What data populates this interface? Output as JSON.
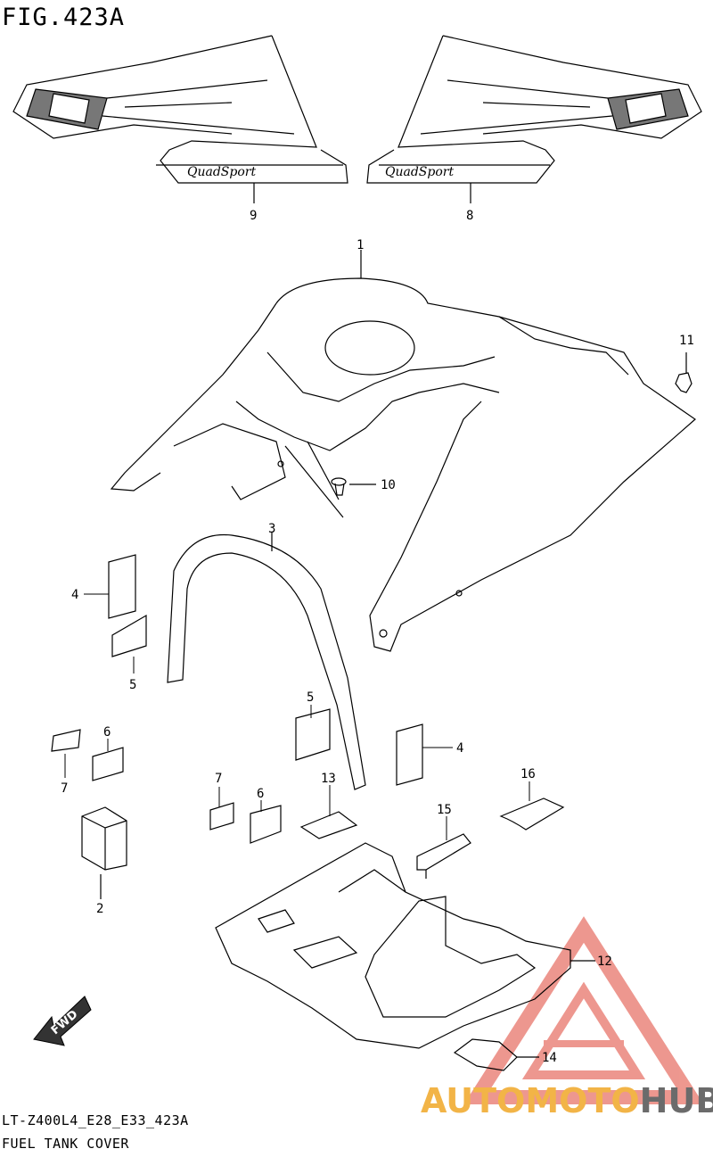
{
  "header": {
    "figure_title": "FIG.423A"
  },
  "footer": {
    "model_code": "LT-Z400L4_E28_E33_423A",
    "section_name": "FUEL TANK COVER"
  },
  "decal": {
    "brand_text": "QuadSport"
  },
  "callouts": [
    {
      "id": "c1",
      "label": "1"
    },
    {
      "id": "c2",
      "label": "2"
    },
    {
      "id": "c3",
      "label": "3"
    },
    {
      "id": "c4a",
      "label": "4"
    },
    {
      "id": "c4b",
      "label": "4"
    },
    {
      "id": "c5a",
      "label": "5"
    },
    {
      "id": "c5b",
      "label": "5"
    },
    {
      "id": "c6a",
      "label": "6"
    },
    {
      "id": "c6b",
      "label": "6"
    },
    {
      "id": "c7a",
      "label": "7"
    },
    {
      "id": "c7b",
      "label": "7"
    },
    {
      "id": "c8",
      "label": "8"
    },
    {
      "id": "c9",
      "label": "9"
    },
    {
      "id": "c10",
      "label": "10"
    },
    {
      "id": "c11",
      "label": "11"
    },
    {
      "id": "c12",
      "label": "12"
    },
    {
      "id": "c13",
      "label": "13"
    },
    {
      "id": "c14",
      "label": "14"
    },
    {
      "id": "c15",
      "label": "15"
    },
    {
      "id": "c16",
      "label": "16"
    }
  ],
  "direction_badge": "FWD",
  "watermark": {
    "part_a": "AUTOMOTO",
    "part_b": "HUB",
    "color_a": "#f2b447",
    "color_b": "#6b6b6b",
    "triangle_color": "#e8756a"
  }
}
